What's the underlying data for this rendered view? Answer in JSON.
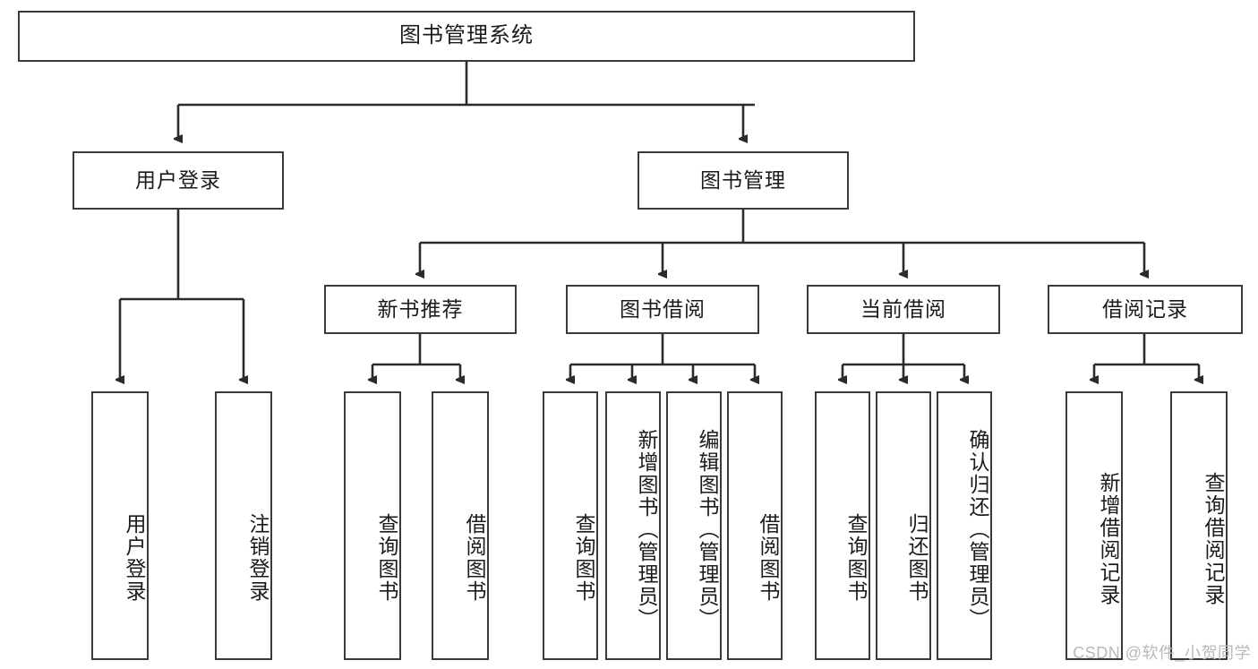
{
  "diagram": {
    "title_node": {
      "label": "图书管理系统"
    },
    "level2": [
      {
        "id": "user-login",
        "label": "用户登录"
      },
      {
        "id": "book-management",
        "label": "图书管理"
      }
    ],
    "level3": [
      {
        "id": "new-book-recommend",
        "label": "新书推荐"
      },
      {
        "id": "book-borrow",
        "label": "图书借阅"
      },
      {
        "id": "current-borrow",
        "label": "当前借阅"
      },
      {
        "id": "borrow-record",
        "label": "借阅记录"
      }
    ],
    "leaves": {
      "user_login": [
        {
          "id": "leaf-user-login",
          "label": "用户登录"
        },
        {
          "id": "leaf-logout",
          "label": "注销登录"
        }
      ],
      "new_book_recommend": [
        {
          "id": "leaf-query-book-1",
          "label": "查询图书"
        },
        {
          "id": "leaf-borrow-book-1",
          "label": "借阅图书"
        }
      ],
      "book_borrow": [
        {
          "id": "leaf-query-book-2",
          "label": "查询图书"
        },
        {
          "id": "leaf-add-book",
          "label": "新增图书（管理员）"
        },
        {
          "id": "leaf-edit-book",
          "label": "编辑图书（管理员）"
        },
        {
          "id": "leaf-borrow-book-2",
          "label": "借阅图书"
        }
      ],
      "current_borrow": [
        {
          "id": "leaf-query-book-3",
          "label": "查询图书"
        },
        {
          "id": "leaf-return-book",
          "label": "归还图书"
        },
        {
          "id": "leaf-confirm-return",
          "label": "确认归还（管理员）"
        }
      ],
      "borrow_record": [
        {
          "id": "leaf-add-record",
          "label": "新增借阅记录"
        },
        {
          "id": "leaf-query-record",
          "label": "查询借阅记录"
        }
      ]
    }
  },
  "watermark": {
    "text": "CSDN @软件_小贺同学"
  },
  "colors": {
    "border": "#3a3a3a",
    "text": "#1b1b1b",
    "background": "#ffffff",
    "watermark": "#b9b9b9"
  }
}
